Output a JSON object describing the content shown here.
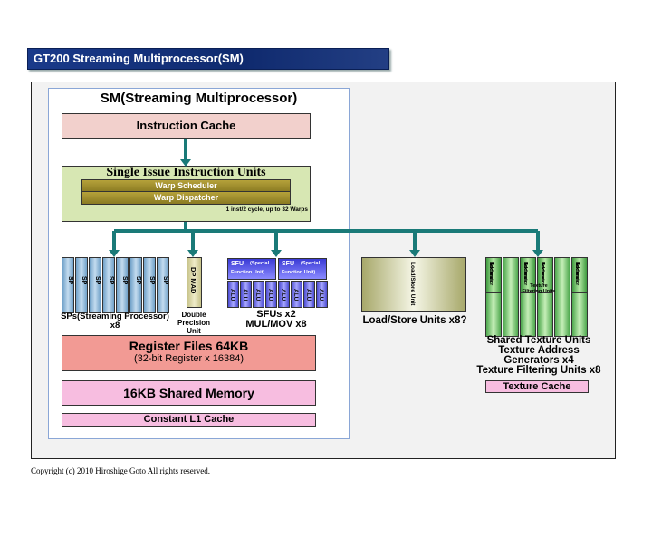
{
  "header": {
    "title": "GT200 Streaming Multiprocessor(SM)"
  },
  "sm": {
    "title": "SM(Streaming Multiprocessor)",
    "instruction_cache": "Instruction Cache",
    "issue_unit": {
      "title": "Single Issue Instruction Units",
      "warp_scheduler": "Warp Scheduler",
      "warp_dispatcher": "Warp Dispatcher",
      "note": "1 inst/2 cycle, up to 32 Warps"
    },
    "sp": {
      "unit": "SP",
      "count_shown": 8,
      "label_line1": "SPs(Streaming Processor)",
      "label_line2": "x8"
    },
    "dp": {
      "unit": "DP MAD",
      "label_line1": "Double",
      "label_line2": "Precision",
      "label_line3": "Unit"
    },
    "sfu": {
      "unit": "SFU",
      "unit_note1": "(Special",
      "unit_note2": "Function Unit)",
      "alu": "ALU",
      "label_line1": "SFUs x2",
      "label_line2": "MUL/MOV x8"
    },
    "register_files": {
      "title": "Register Files 64KB",
      "subtitle": "(32-bit Register x 16384)"
    },
    "shared_memory": "16KB Shared Memory",
    "constant_cache": "Constant L1 Cache"
  },
  "load_store": {
    "unit": "Load/Store Unit",
    "label": "Load/Store Units x8?"
  },
  "texture": {
    "unit_line1": "Texture",
    "unit_line2": "Address",
    "unit_line3": "Generator",
    "filtering_line1": "Texture",
    "filtering_line2": "Filtering Units",
    "label_line1": "Shared Texture Units",
    "label_line2": "Texture Address",
    "label_line3": "Generators x4",
    "label_line4": "Texture Filtering Units x8",
    "cache": "Texture Cache"
  },
  "copyright": "Copyright (c) 2010 Hiroshige Goto All rights reserved.",
  "colors": {
    "connector": "#1a7a78",
    "header": "#0f2a6e"
  }
}
